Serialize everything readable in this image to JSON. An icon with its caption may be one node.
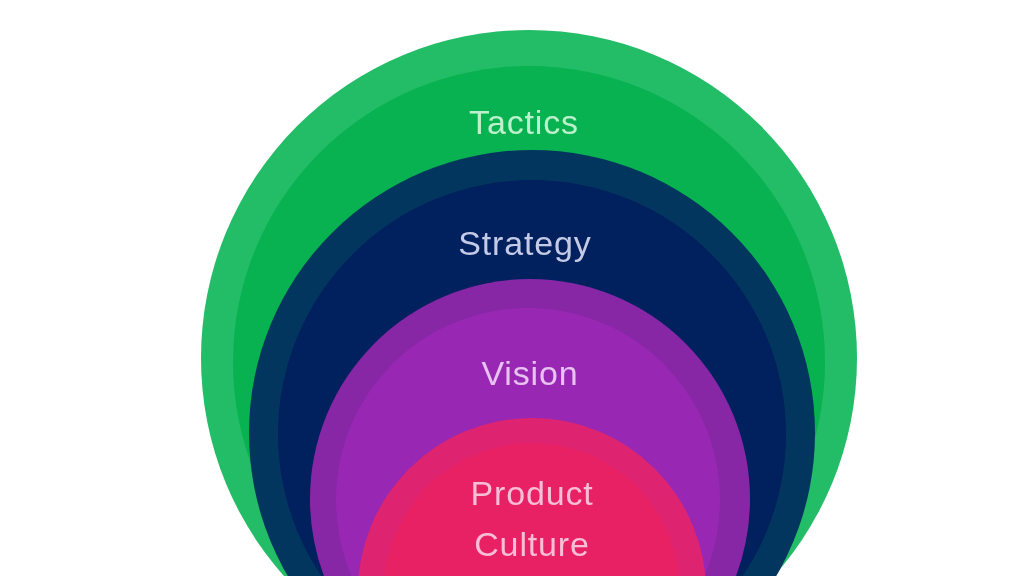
{
  "diagram": {
    "nodes": [
      {
        "text": [
          "Tactics"
        ]
      },
      {
        "text": [
          "Strategy"
        ],
        "in": 0
      },
      {
        "text": [
          "Vision"
        ],
        "in": 1
      },
      {
        "text": [
          "Product Culture"
        ],
        "in": 2
      }
    ]
  }
}
